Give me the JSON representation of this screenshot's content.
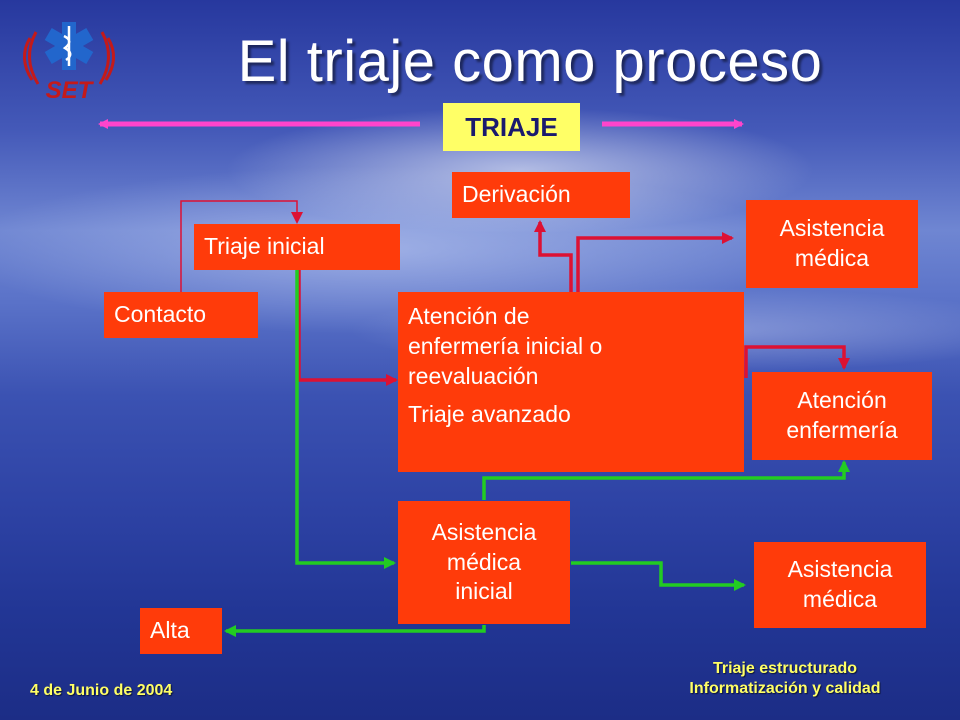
{
  "title": "El triaje como proceso",
  "logo": {
    "text": "SET",
    "color": "#c41a1a"
  },
  "banner": {
    "label": "TRIAJE",
    "arrow_color": "#ff44cc"
  },
  "nodes": {
    "triaje_inicial": "Triaje inicial",
    "contacto": "Contacto",
    "derivacion": "Derivación",
    "asistencia_medica_top": [
      "Asistencia",
      "médica"
    ],
    "atencion_enfermeria_inicial": [
      "Atención de",
      "enfermería inicial o",
      "reevaluación"
    ],
    "triaje_avanzado": "Triaje avanzado",
    "atencion_enfermeria": [
      "Atención",
      "enfermería"
    ],
    "asistencia_medica_inicial": [
      "Asistencia",
      "médica",
      "inicial"
    ],
    "asistencia_medica_bottom": [
      "Asistencia",
      "médica"
    ],
    "alta": "Alta"
  },
  "colors": {
    "box": "#ff3b0a",
    "red_line": "#dd1133",
    "green_line": "#22cc22",
    "banner_bg": "#ffff66"
  },
  "footer": {
    "date": "4 de Junio de 2004",
    "line1": "Triaje estructurado",
    "line2": "Informatización y calidad"
  }
}
